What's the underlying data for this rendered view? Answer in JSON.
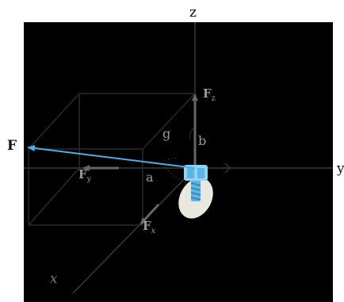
{
  "labels": {
    "z_axis": "z",
    "y_axis_cut": "y",
    "x_axis": "x",
    "force": "F",
    "fz_main": "F",
    "fz_sub": "z",
    "fy_main": "F",
    "fy_sub": "y",
    "fx_main": "F",
    "fx_sub": "x",
    "angle_a": "a",
    "angle_b": "b",
    "angle_g": "g"
  },
  "colors": {
    "background": "#000000",
    "frame": "#ffffff",
    "axes": "#3a3a3a",
    "box_edges": "#2a2a2a",
    "force_vector": "#4aaee8",
    "component_arrows": "#555555",
    "bolt": "#6ec6f0",
    "plate": "#e8e8e0",
    "labels_dark": "#111111",
    "labels_light": "#9a9a9a"
  }
}
